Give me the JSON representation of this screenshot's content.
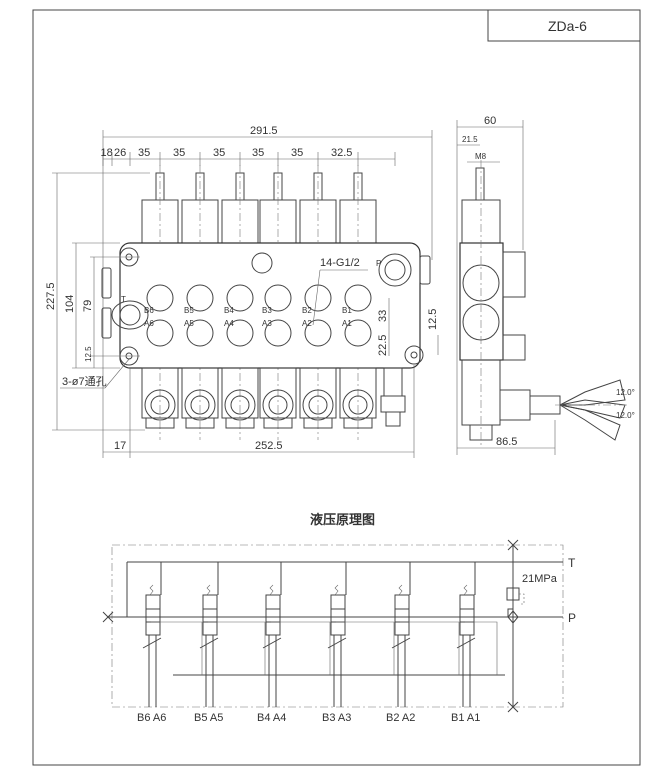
{
  "title_block": {
    "model": "ZDa-6"
  },
  "front_view": {
    "overall_width": "291.5",
    "pitch_dims": [
      "18",
      "26",
      "35",
      "35",
      "35",
      "35",
      "35",
      "32.5"
    ],
    "height_total": "227.5",
    "height_body": "104",
    "height_79": "79",
    "height_12_5": "12.5",
    "port_spacing": "33",
    "port_offset": "22.5",
    "right_12_5": "12.5",
    "bottom_left": "17",
    "bottom_width": "252.5",
    "port_thread": "14-G1/2",
    "mount_holes": "3-ø7通孔",
    "port_labels_b": [
      "B6",
      "B5",
      "B4",
      "B3",
      "B2",
      "B1"
    ],
    "port_labels_a": [
      "A6",
      "A5",
      "A4",
      "A3",
      "A2",
      "A1"
    ],
    "inlet_label": "P",
    "tank_label": "T"
  },
  "side_view": {
    "width": "60",
    "offset": "21.5",
    "thread": "M8",
    "depth": "86.5",
    "angle_up": "12.0°",
    "angle_down": "12.0°"
  },
  "schematic": {
    "title": "液压原理图",
    "tank": "T",
    "pressure": "P",
    "relief_setting": "21MPa",
    "port_pairs": [
      "B6 A6",
      "B5 A5",
      "B4 A4",
      "B3 A3",
      "B2 A2",
      "B1 A1"
    ]
  }
}
